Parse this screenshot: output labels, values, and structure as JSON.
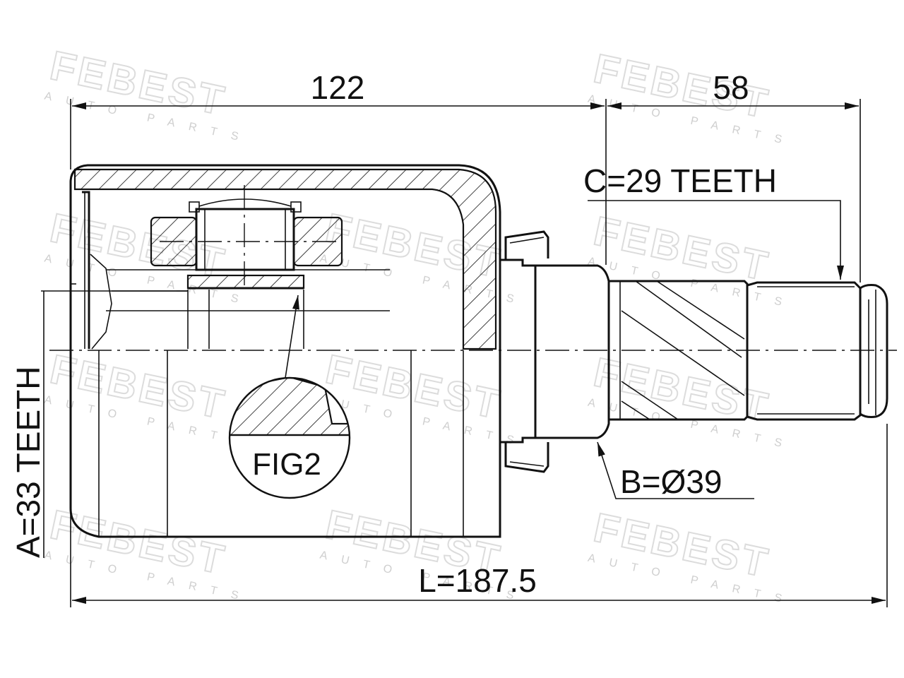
{
  "watermark": {
    "brand": "FEBEST",
    "tagline": "AUTO PARTS"
  },
  "dimensions": {
    "housing_length": "122",
    "shaft_length": "58",
    "total_length": "L=187.5",
    "outer_teeth": "C=29 TEETH",
    "seal_diameter": "B=Ø39",
    "inner_teeth": "A=33 TEETH"
  },
  "figure": {
    "detail_label": "FIG2"
  },
  "colors": {
    "line": "#111111",
    "watermark": "#dcdcdc"
  }
}
